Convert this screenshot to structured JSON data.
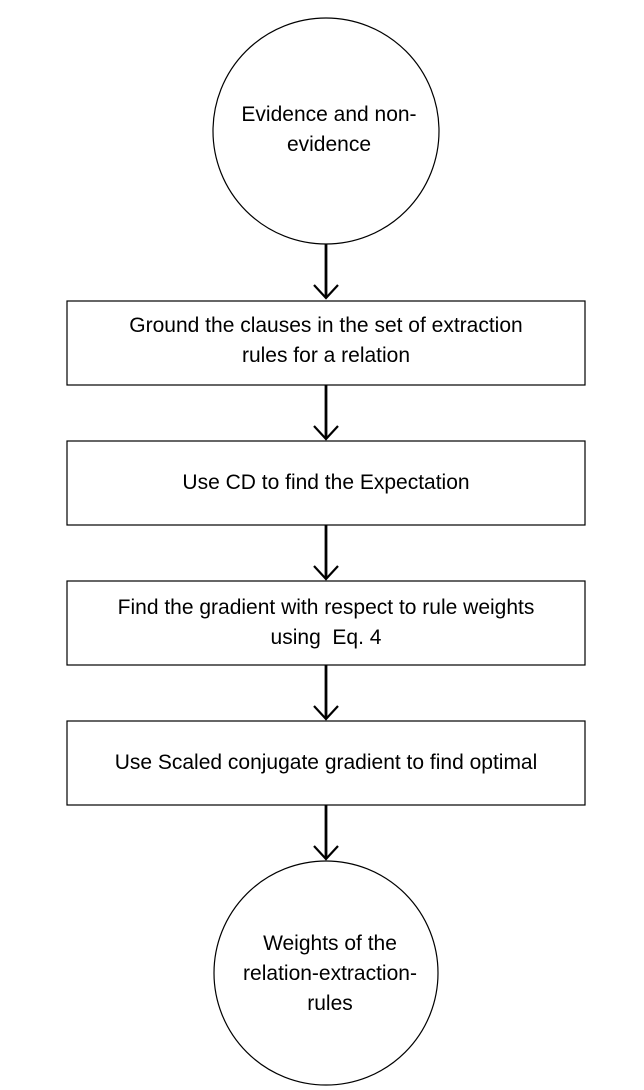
{
  "nodes": {
    "start": {
      "line1": "Evidence and non-",
      "line2": "evidence"
    },
    "ground": {
      "line1": "Ground the clauses in the set of extraction",
      "line2": "rules for a relation"
    },
    "cd": {
      "line1": "Use CD to find the Expectation"
    },
    "gradient": {
      "line1": "Find the gradient with respect to rule weights",
      "line2": "using  Eq. 4"
    },
    "scg": {
      "line1": "Use Scaled conjugate gradient to find optimal"
    },
    "end": {
      "line1": "Weights of the",
      "line2": "relation-extraction-",
      "line3": "rules"
    }
  },
  "colors": {
    "stroke": "#000000",
    "fill": "#ffffff"
  }
}
